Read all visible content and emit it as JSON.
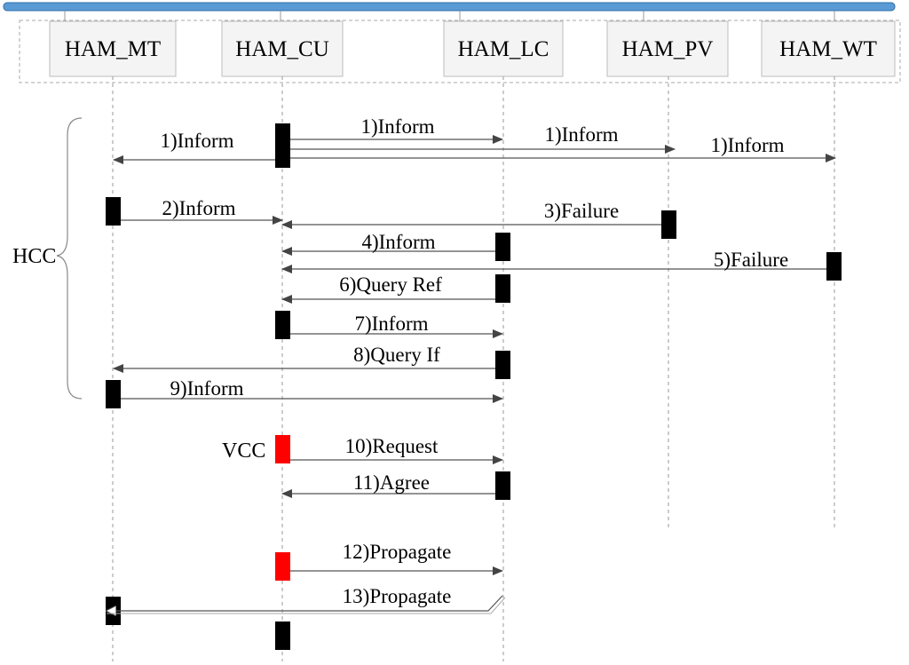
{
  "colors": {
    "top_bar": "#5b9bd5",
    "top_bar_edge": "#2e6fa8",
    "activation": "#000000",
    "activation_highlight": "#ff0000",
    "line": "#555555",
    "lifeline": "#999999",
    "header_box_fill": "#f4f4f4",
    "header_box_border": "#bdbdbd"
  },
  "lifelines": [
    {
      "id": "mt",
      "label": "HAM_MT"
    },
    {
      "id": "cu",
      "label": "HAM_CU"
    },
    {
      "id": "lc",
      "label": "HAM_LC"
    },
    {
      "id": "pv",
      "label": "HAM_PV"
    },
    {
      "id": "wt",
      "label": "HAM_WT"
    }
  ],
  "groups": [
    {
      "id": "hcc",
      "label": "HCC"
    },
    {
      "id": "vcc",
      "label": "VCC"
    }
  ],
  "messages": [
    {
      "id": "m1a",
      "label": "1)Inform",
      "from": "cu",
      "to": "lc"
    },
    {
      "id": "m1b",
      "label": "1)Inform",
      "from": "cu",
      "to": "pv"
    },
    {
      "id": "m1c",
      "label": "1)Inform",
      "from": "cu",
      "to": "mt"
    },
    {
      "id": "m1d",
      "label": "1)Inform",
      "from": "cu",
      "to": "wt"
    },
    {
      "id": "m2",
      "label": "2)Inform",
      "from": "mt",
      "to": "cu"
    },
    {
      "id": "m3",
      "label": "3)Failure",
      "from": "pv",
      "to": "cu"
    },
    {
      "id": "m4",
      "label": "4)Inform",
      "from": "lc",
      "to": "cu"
    },
    {
      "id": "m5",
      "label": "5)Failure",
      "from": "wt",
      "to": "cu"
    },
    {
      "id": "m6",
      "label": "6)Query Ref",
      "from": "lc",
      "to": "cu"
    },
    {
      "id": "m7",
      "label": "7)Inform",
      "from": "cu",
      "to": "lc"
    },
    {
      "id": "m8",
      "label": "8)Query If",
      "from": "lc",
      "to": "mt"
    },
    {
      "id": "m9",
      "label": "9)Inform",
      "from": "mt",
      "to": "lc"
    },
    {
      "id": "m10",
      "label": "10)Request",
      "from": "cu",
      "to": "lc"
    },
    {
      "id": "m11",
      "label": "11)Agree",
      "from": "lc",
      "to": "cu"
    },
    {
      "id": "m12",
      "label": "12)Propagate",
      "from": "cu",
      "to": "lc"
    },
    {
      "id": "m13",
      "label": "13)Propagate",
      "from": "lc",
      "to": "mt"
    }
  ]
}
